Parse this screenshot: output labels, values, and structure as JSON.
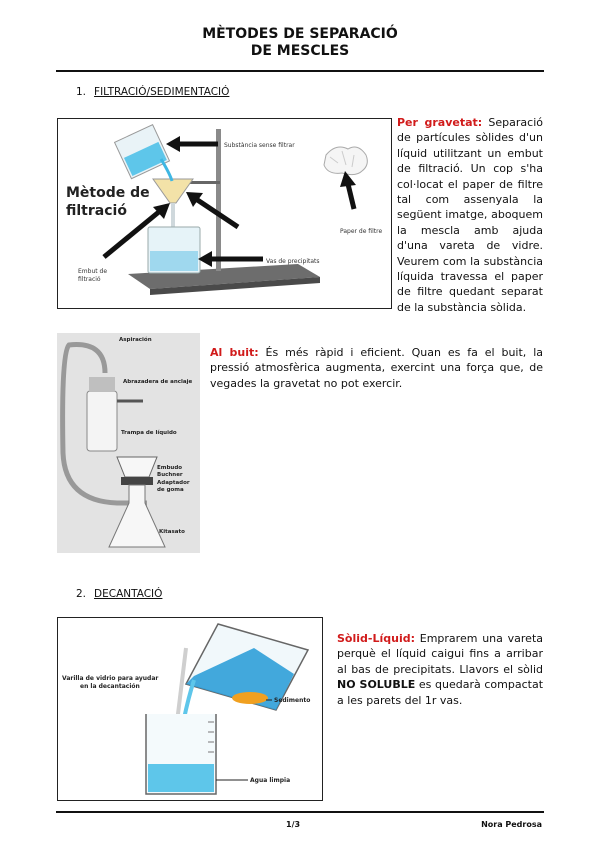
{
  "title": {
    "line1": "MÈTODES DE SEPARACIÓ",
    "line2": "DE MESCLES"
  },
  "section1": {
    "number": "1.",
    "label": "FILTRACIÓ/SEDIMENTACIÓ"
  },
  "figure1": {
    "heading_line1": "Mètode de",
    "heading_line2": "filtració",
    "label_substance": "Substància sense filtrar",
    "label_funnel_line1": "Embut de",
    "label_funnel_line2": "filtració",
    "label_beaker": "Vas de precipitats",
    "label_paper": "Paper de filtre"
  },
  "gravity": {
    "lead": "Per gravetat:",
    "text": " Separació de partícules sòlides d'un líquid utilitzant un embut de filtració. Un cop s'ha col·locat el paper de filtre tal com assenyala la següent imatge, aboquem la mescla amb ajuda d'una vareta de vidre. Veurem com la substància líquida travessa el paper de filtre quedant separat de la substància sòlida."
  },
  "figure2": {
    "label_aspiration": "Aspiración",
    "label_clamp": "Abrazadera de anclaje",
    "label_trap": "Trampa de líquido",
    "label_buchner_line1": "Embudo",
    "label_buchner_line2": "Buchner",
    "label_adapter_line1": "Adaptador",
    "label_adapter_line2": "de goma",
    "label_kitasato": "Kitasato"
  },
  "vacuum": {
    "lead": "Al buit:",
    "text": " És més ràpid i eficient. Quan es fa el buit, la pressió atmosfèrica augmenta, exercint una força que, de vegades la gravetat no pot exercir."
  },
  "section2": {
    "number": "2.",
    "label": "DECANTACIÓ"
  },
  "figure3": {
    "label_rod_line1": "Varilla de vidrio para ayudar",
    "label_rod_line2": "en la decantación",
    "label_sediment": "Sedimento",
    "label_water": "Agua limpia"
  },
  "decant": {
    "lead": "Sòlid-Líquid:",
    "text1": " Emprarem una vareta perquè el líquid caigui fins a arribar al bas de precipitats. Llavors el sòlid ",
    "bold": "NO SOLUBLE",
    "text2": " es quedarà compactat a les parets del 1r vas."
  },
  "footer": {
    "page": "1/3",
    "author": "Nora Pedrosa"
  },
  "colors": {
    "accent_red": "#d11b1b",
    "liquid_blue": "#3fb7e3",
    "sediment_orange": "#f0a020"
  }
}
